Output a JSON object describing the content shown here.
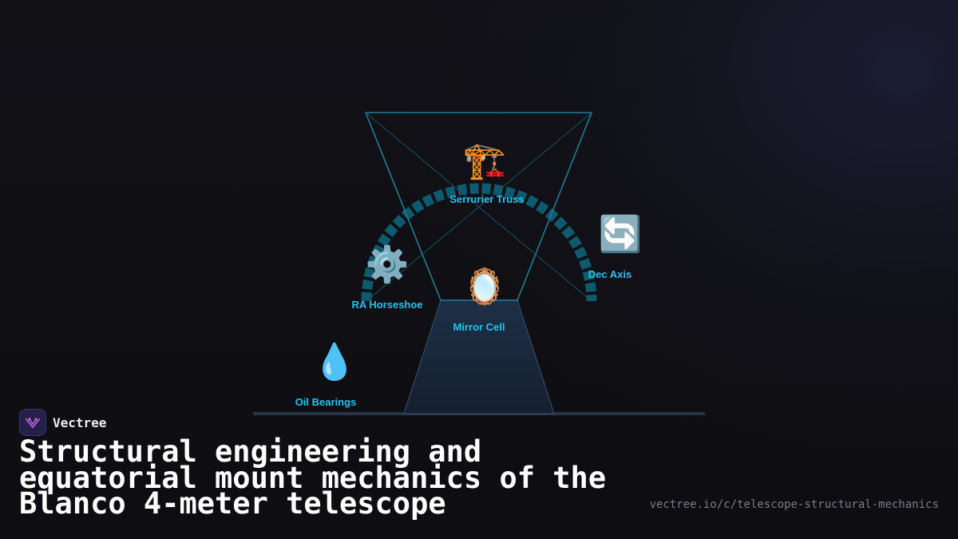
{
  "diagram": {
    "nodes": {
      "serrurier_truss": {
        "icon": "construction-crane-icon",
        "glyph": "🏗️",
        "label": "Serrurier Truss"
      },
      "ra_horseshoe": {
        "icon": "gear-icon",
        "glyph": "⚙️",
        "label": "RA Horseshoe"
      },
      "mirror_cell": {
        "icon": "mirror-icon",
        "glyph": "🪞",
        "label": "Mirror Cell"
      },
      "dec_axis": {
        "icon": "rotate-arrows-icon",
        "glyph": "🔄",
        "label": "Dec Axis"
      },
      "oil_bearings": {
        "icon": "droplet-icon",
        "glyph": "💧",
        "label": "Oil Bearings"
      }
    },
    "colors": {
      "accent": "#22c3ee",
      "truss_stroke": "#1d7e96",
      "horseshoe": "#0e5a6e",
      "pier_fill": "#1a2a40",
      "ground": "#2a3444"
    }
  },
  "brand": {
    "name": "Vectree",
    "logo_icon": "vectree-logo-icon"
  },
  "title": "Structural engineering and equatorial mount mechanics of the Blanco 4-meter telescope",
  "url": "vectree.io/c/telescope-structural-mechanics"
}
